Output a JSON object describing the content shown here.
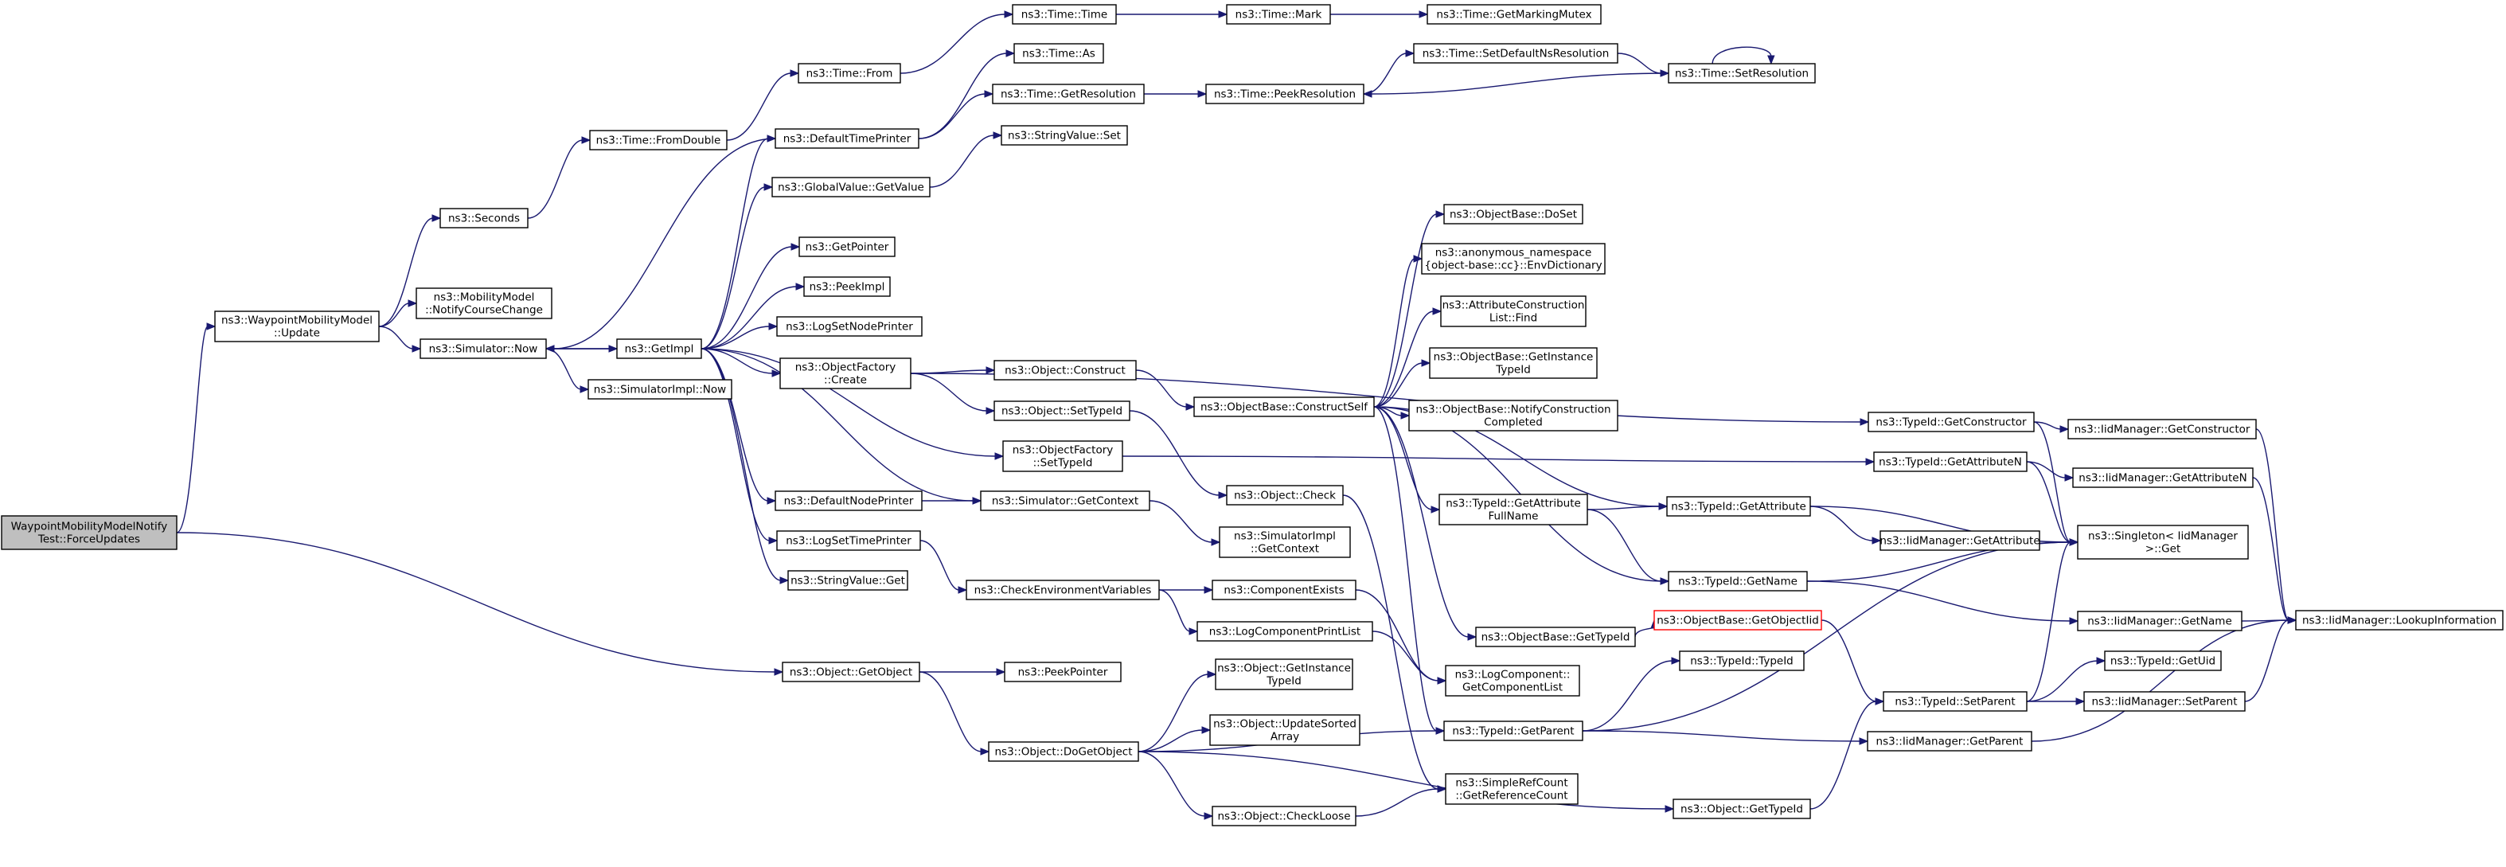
{
  "graph": {
    "nodes": [
      {
        "id": "root",
        "lines": [
          "WaypointMobilityModelNotify",
          "Test::ForceUpdates"
        ],
        "root": true
      },
      {
        "id": "wmm_update",
        "lines": [
          "ns3::WaypointMobilityModel",
          "::Update"
        ]
      },
      {
        "id": "get_object",
        "lines": [
          "ns3::Object::GetObject"
        ]
      },
      {
        "id": "seconds",
        "lines": [
          "ns3::Seconds"
        ]
      },
      {
        "id": "notify_course",
        "lines": [
          "ns3::MobilityModel",
          "::NotifyCourseChange"
        ]
      },
      {
        "id": "sim_now",
        "lines": [
          "ns3::Simulator::Now"
        ]
      },
      {
        "id": "from_double",
        "lines": [
          "ns3::Time::FromDouble"
        ]
      },
      {
        "id": "time_from",
        "lines": [
          "ns3::Time::From"
        ]
      },
      {
        "id": "time_time",
        "lines": [
          "ns3::Time::Time"
        ]
      },
      {
        "id": "time_mark",
        "lines": [
          "ns3::Time::Mark"
        ]
      },
      {
        "id": "marking_mutex",
        "lines": [
          "ns3::Time::GetMarkingMutex"
        ]
      },
      {
        "id": "time_as",
        "lines": [
          "ns3::Time::As"
        ]
      },
      {
        "id": "get_resolution",
        "lines": [
          "ns3::Time::GetResolution"
        ]
      },
      {
        "id": "peek_resolution",
        "lines": [
          "ns3::Time::PeekResolution"
        ]
      },
      {
        "id": "set_default_ns",
        "lines": [
          "ns3::Time::SetDefaultNsResolution"
        ]
      },
      {
        "id": "set_resolution",
        "lines": [
          "ns3::Time::SetResolution"
        ]
      },
      {
        "id": "default_time_printer",
        "lines": [
          "ns3::DefaultTimePrinter"
        ]
      },
      {
        "id": "string_value_set",
        "lines": [
          "ns3::StringValue::Set"
        ]
      },
      {
        "id": "global_get_value",
        "lines": [
          "ns3::GlobalValue::GetValue"
        ]
      },
      {
        "id": "get_impl",
        "lines": [
          "ns3::GetImpl"
        ]
      },
      {
        "id": "simimpl_now",
        "lines": [
          "ns3::SimulatorImpl::Now"
        ]
      },
      {
        "id": "get_pointer",
        "lines": [
          "ns3::GetPointer"
        ]
      },
      {
        "id": "peek_impl",
        "lines": [
          "ns3::PeekImpl"
        ]
      },
      {
        "id": "log_set_node_printer",
        "lines": [
          "ns3::LogSetNodePrinter"
        ]
      },
      {
        "id": "of_create",
        "lines": [
          "ns3::ObjectFactory",
          "::Create"
        ]
      },
      {
        "id": "default_node_printer",
        "lines": [
          "ns3::DefaultNodePrinter"
        ]
      },
      {
        "id": "log_set_time_printer",
        "lines": [
          "ns3::LogSetTimePrinter"
        ]
      },
      {
        "id": "string_value_get",
        "lines": [
          "ns3::StringValue::Get"
        ]
      },
      {
        "id": "obj_construct",
        "lines": [
          "ns3::Object::Construct"
        ]
      },
      {
        "id": "obj_set_typeid",
        "lines": [
          "ns3::Object::SetTypeId"
        ]
      },
      {
        "id": "of_set_typeid",
        "lines": [
          "ns3::ObjectFactory",
          "::SetTypeId"
        ]
      },
      {
        "id": "sim_get_context",
        "lines": [
          "ns3::Simulator::GetContext"
        ]
      },
      {
        "id": "check_env",
        "lines": [
          "ns3::CheckEnvironmentVariables"
        ]
      },
      {
        "id": "peek_pointer",
        "lines": [
          "ns3::PeekPointer"
        ]
      },
      {
        "id": "do_get_object",
        "lines": [
          "ns3::Object::DoGetObject"
        ]
      },
      {
        "id": "ob_construct_self",
        "lines": [
          "ns3::ObjectBase::ConstructSelf"
        ]
      },
      {
        "id": "obj_check",
        "lines": [
          "ns3::Object::Check"
        ]
      },
      {
        "id": "simimpl_get_context",
        "lines": [
          "ns3::SimulatorImpl",
          "::GetContext"
        ]
      },
      {
        "id": "component_exists",
        "lines": [
          "ns3::ComponentExists"
        ]
      },
      {
        "id": "log_component_print_list",
        "lines": [
          "ns3::LogComponentPrintList"
        ]
      },
      {
        "id": "obj_get_instance_typeid",
        "lines": [
          "ns3::Object::GetInstance",
          "TypeId"
        ]
      },
      {
        "id": "update_sorted_array",
        "lines": [
          "ns3::Object::UpdateSorted",
          "Array"
        ]
      },
      {
        "id": "check_loose",
        "lines": [
          "ns3::Object::CheckLoose"
        ]
      },
      {
        "id": "ob_doset",
        "lines": [
          "ns3::ObjectBase::DoSet"
        ]
      },
      {
        "id": "env_dictionary",
        "lines": [
          "ns3::anonymous_namespace",
          "{object-base::cc}::EnvDictionary"
        ]
      },
      {
        "id": "attr_construction_find",
        "lines": [
          "ns3::AttributeConstruction",
          "List::Find"
        ]
      },
      {
        "id": "ob_get_instance_typeid",
        "lines": [
          "ns3::ObjectBase::GetInstance",
          "TypeId"
        ]
      },
      {
        "id": "ob_notify_construction",
        "lines": [
          "ns3::ObjectBase::NotifyConstruction",
          "Completed"
        ]
      },
      {
        "id": "tid_get_attr_fullname",
        "lines": [
          "ns3::TypeId::GetAttribute",
          "FullName"
        ]
      },
      {
        "id": "ob_get_typeid",
        "lines": [
          "ns3::ObjectBase::GetTypeId"
        ]
      },
      {
        "id": "log_get_component_list",
        "lines": [
          "ns3::LogComponent::",
          "GetComponentList"
        ]
      },
      {
        "id": "tid_get_parent",
        "lines": [
          "ns3::TypeId::GetParent"
        ]
      },
      {
        "id": "simple_ref_count",
        "lines": [
          "ns3::SimpleRefCount",
          "::GetReferenceCount"
        ]
      },
      {
        "id": "tid_get_constructor",
        "lines": [
          "ns3::TypeId::GetConstructor"
        ]
      },
      {
        "id": "tid_get_attribute_n",
        "lines": [
          "ns3::TypeId::GetAttributeN"
        ]
      },
      {
        "id": "tid_get_attribute",
        "lines": [
          "ns3::TypeId::GetAttribute"
        ]
      },
      {
        "id": "tid_get_name",
        "lines": [
          "ns3::TypeId::GetName"
        ]
      },
      {
        "id": "ob_get_object_iid",
        "lines": [
          "ns3::ObjectBase::GetObjectIid"
        ],
        "highlight": true
      },
      {
        "id": "tid_typeid",
        "lines": [
          "ns3::TypeId::TypeId"
        ]
      },
      {
        "id": "tid_set_parent",
        "lines": [
          "ns3::TypeId::SetParent"
        ]
      },
      {
        "id": "obj_get_typeid",
        "lines": [
          "ns3::Object::GetTypeId"
        ]
      },
      {
        "id": "iid_get_constructor",
        "lines": [
          "ns3::IidManager::GetConstructor"
        ]
      },
      {
        "id": "iid_get_attribute_n",
        "lines": [
          "ns3::IidManager::GetAttributeN"
        ]
      },
      {
        "id": "iid_get_attribute",
        "lines": [
          "ns3::IidManager::GetAttribute"
        ]
      },
      {
        "id": "singleton_get",
        "lines": [
          "ns3::Singleton< IidManager",
          " >::Get"
        ]
      },
      {
        "id": "iid_get_name",
        "lines": [
          "ns3::IidManager::GetName"
        ]
      },
      {
        "id": "tid_get_uid",
        "lines": [
          "ns3::TypeId::GetUid"
        ]
      },
      {
        "id": "iid_set_parent",
        "lines": [
          "ns3::IidManager::SetParent"
        ]
      },
      {
        "id": "iid_get_parent",
        "lines": [
          "ns3::IidManager::GetParent"
        ]
      },
      {
        "id": "iid_lookup",
        "lines": [
          "ns3::IidManager::LookupInformation"
        ]
      }
    ],
    "edges": [
      [
        "root",
        "wmm_update"
      ],
      [
        "root",
        "get_object"
      ],
      [
        "wmm_update",
        "seconds"
      ],
      [
        "wmm_update",
        "notify_course"
      ],
      [
        "wmm_update",
        "sim_now"
      ],
      [
        "seconds",
        "from_double"
      ],
      [
        "from_double",
        "time_from"
      ],
      [
        "time_from",
        "time_time"
      ],
      [
        "time_time",
        "time_mark"
      ],
      [
        "time_mark",
        "marking_mutex"
      ],
      [
        "sim_now",
        "get_impl"
      ],
      [
        "sim_now",
        "simimpl_now"
      ],
      [
        "get_impl",
        "default_time_printer"
      ],
      [
        "get_impl",
        "global_get_value"
      ],
      [
        "get_impl",
        "get_pointer"
      ],
      [
        "get_impl",
        "peek_impl"
      ],
      [
        "get_impl",
        "log_set_node_printer"
      ],
      [
        "get_impl",
        "of_create"
      ],
      [
        "get_impl",
        "of_set_typeid"
      ],
      [
        "get_impl",
        "sim_get_context"
      ],
      [
        "get_impl",
        "default_node_printer"
      ],
      [
        "get_impl",
        "log_set_time_printer"
      ],
      [
        "get_impl",
        "string_value_get"
      ],
      [
        "get_impl",
        "sim_now"
      ],
      [
        "default_time_printer",
        "time_as"
      ],
      [
        "default_time_printer",
        "get_resolution"
      ],
      [
        "default_time_printer",
        "sim_now"
      ],
      [
        "get_resolution",
        "peek_resolution"
      ],
      [
        "peek_resolution",
        "set_default_ns"
      ],
      [
        "set_default_ns",
        "set_resolution"
      ],
      [
        "set_resolution",
        "peek_resolution"
      ],
      [
        "set_resolution",
        "set_resolution"
      ],
      [
        "global_get_value",
        "string_value_set"
      ],
      [
        "of_create",
        "obj_construct"
      ],
      [
        "of_create",
        "obj_set_typeid"
      ],
      [
        "of_create",
        "tid_get_constructor"
      ],
      [
        "obj_construct",
        "ob_construct_self"
      ],
      [
        "obj_set_typeid",
        "obj_check"
      ],
      [
        "of_set_typeid",
        "tid_get_attribute_n"
      ],
      [
        "default_node_printer",
        "sim_get_context"
      ],
      [
        "sim_get_context",
        "simimpl_get_context"
      ],
      [
        "log_set_time_printer",
        "check_env"
      ],
      [
        "check_env",
        "component_exists"
      ],
      [
        "check_env",
        "log_component_print_list"
      ],
      [
        "component_exists",
        "log_get_component_list"
      ],
      [
        "log_component_print_list",
        "log_get_component_list"
      ],
      [
        "obj_check",
        "simple_ref_count"
      ],
      [
        "get_object",
        "peek_pointer"
      ],
      [
        "get_object",
        "do_get_object"
      ],
      [
        "do_get_object",
        "obj_get_instance_typeid"
      ],
      [
        "do_get_object",
        "update_sorted_array"
      ],
      [
        "do_get_object",
        "check_loose"
      ],
      [
        "do_get_object",
        "tid_get_parent"
      ],
      [
        "do_get_object",
        "obj_get_typeid"
      ],
      [
        "check_loose",
        "simple_ref_count"
      ],
      [
        "ob_construct_self",
        "ob_doset"
      ],
      [
        "ob_construct_self",
        "env_dictionary"
      ],
      [
        "ob_construct_self",
        "attr_construction_find"
      ],
      [
        "ob_construct_self",
        "ob_get_instance_typeid"
      ],
      [
        "ob_construct_self",
        "ob_notify_construction"
      ],
      [
        "ob_construct_self",
        "tid_get_attr_fullname"
      ],
      [
        "ob_construct_self",
        "ob_get_typeid"
      ],
      [
        "ob_construct_self",
        "tid_get_attribute"
      ],
      [
        "ob_construct_self",
        "tid_get_name"
      ],
      [
        "ob_construct_self",
        "tid_get_parent"
      ],
      [
        "tid_get_attr_fullname",
        "tid_get_attribute"
      ],
      [
        "tid_get_attr_fullname",
        "tid_get_name"
      ],
      [
        "ob_get_typeid",
        "ob_get_object_iid"
      ],
      [
        "ob_get_object_iid",
        "tid_set_parent"
      ],
      [
        "tid_get_parent",
        "tid_typeid"
      ],
      [
        "tid_get_parent",
        "iid_get_parent"
      ],
      [
        "tid_get_parent",
        "singleton_get"
      ],
      [
        "obj_get_typeid",
        "tid_set_parent"
      ],
      [
        "tid_get_constructor",
        "iid_get_constructor"
      ],
      [
        "tid_get_constructor",
        "singleton_get"
      ],
      [
        "tid_get_attribute_n",
        "iid_get_attribute_n"
      ],
      [
        "tid_get_attribute_n",
        "singleton_get"
      ],
      [
        "tid_get_attribute",
        "iid_get_attribute"
      ],
      [
        "tid_get_attribute",
        "singleton_get"
      ],
      [
        "tid_get_name",
        "iid_get_name"
      ],
      [
        "tid_get_name",
        "singleton_get"
      ],
      [
        "tid_set_parent",
        "tid_get_uid"
      ],
      [
        "tid_set_parent",
        "iid_set_parent"
      ],
      [
        "tid_set_parent",
        "singleton_get"
      ],
      [
        "iid_get_constructor",
        "iid_lookup"
      ],
      [
        "iid_get_attribute_n",
        "iid_lookup"
      ],
      [
        "iid_get_name",
        "iid_lookup"
      ],
      [
        "iid_set_parent",
        "iid_lookup"
      ],
      [
        "iid_get_parent",
        "iid_lookup"
      ]
    ]
  }
}
